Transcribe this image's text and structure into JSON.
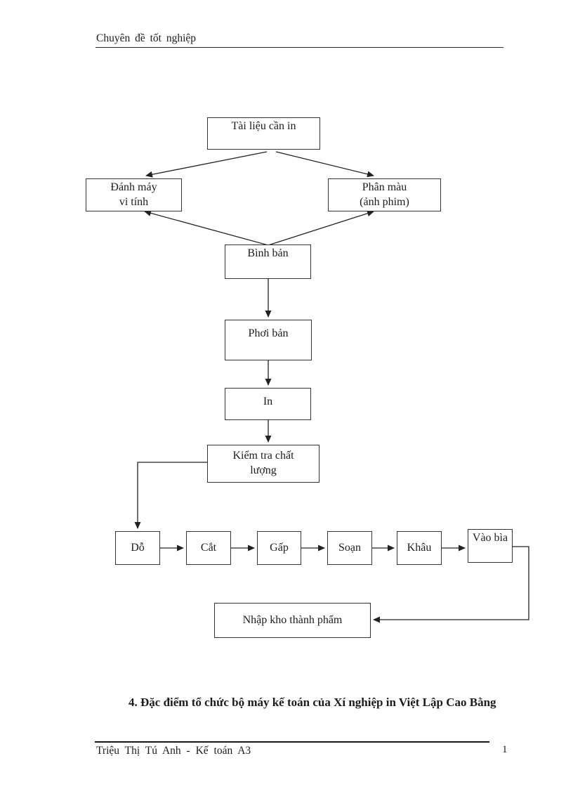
{
  "header": {
    "title": "Chuyên đề tốt nghiệp"
  },
  "flowchart": {
    "nodes": {
      "tai_lieu_can_in": "Tài liệu cần in",
      "danh_may_vi_tinh": "Đánh máy\nvi tính",
      "phan_mau": "Phân màu\n(ảnh phim)",
      "binh_ban": "Bình bản",
      "phoi_ban": "Phơi bản",
      "in": "In",
      "kiem_tra_chat_luong": "Kiểm tra chất\nlượng",
      "do": "Dỗ",
      "cat": "Cắt",
      "gap": "Gấp",
      "soan": "Soạn",
      "khau": "Khâu",
      "vao_bia": "Vào bìa",
      "nhap_kho_thanh_pham": "Nhập kho thành phẩm"
    }
  },
  "section_heading": {
    "text": "4. Đặc điểm tổ chức bộ máy kế toán của Xí nghiệp in Việt Lập Cao Bằng"
  },
  "footer": {
    "author": "Triệu Thị Tú Anh - Kế toán A3",
    "page_number": "1"
  },
  "colors": {
    "ink": "#1c1c1c",
    "line": "#222222",
    "box_border": "#333333"
  }
}
